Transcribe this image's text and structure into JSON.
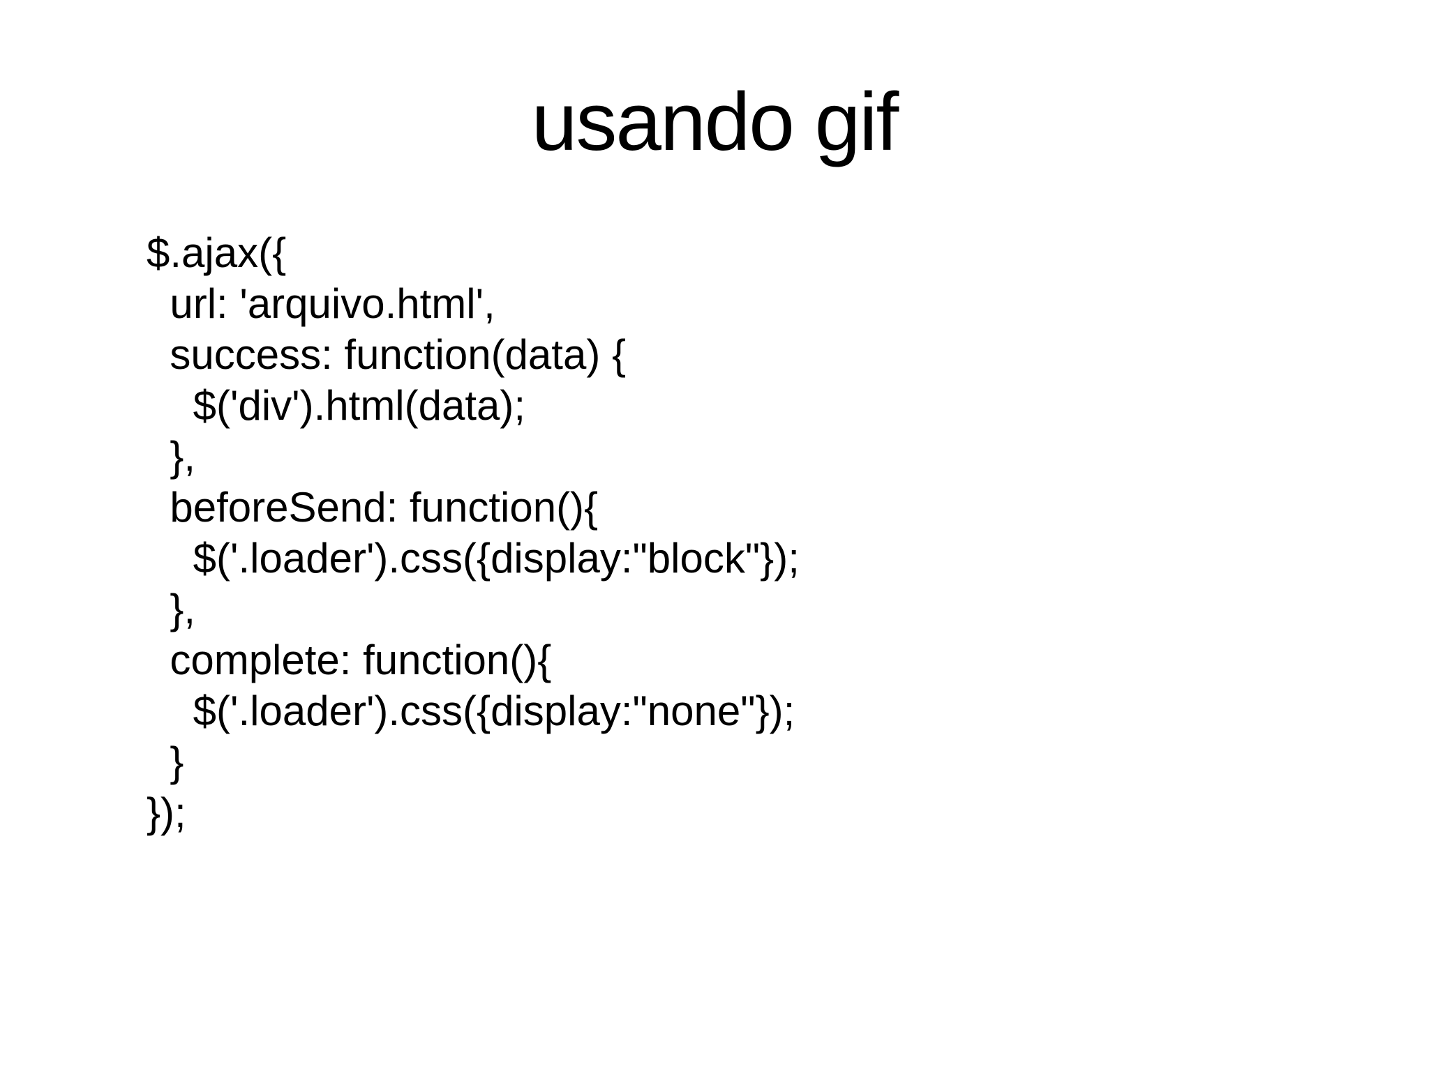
{
  "slide": {
    "title": "usando gif",
    "colors": {
      "background": "#ffffff",
      "text": "#000000"
    },
    "code_lines": [
      "$.ajax({",
      "  url: 'arquivo.html',",
      "  success: function(data) {",
      "    $('div').html(data);",
      "  },",
      "  beforeSend: function(){",
      "    $('.loader').css({display:\"block\"});",
      "  },",
      "  complete: function(){",
      "    $('.loader').css({display:\"none\"});",
      "  }",
      "});"
    ]
  }
}
